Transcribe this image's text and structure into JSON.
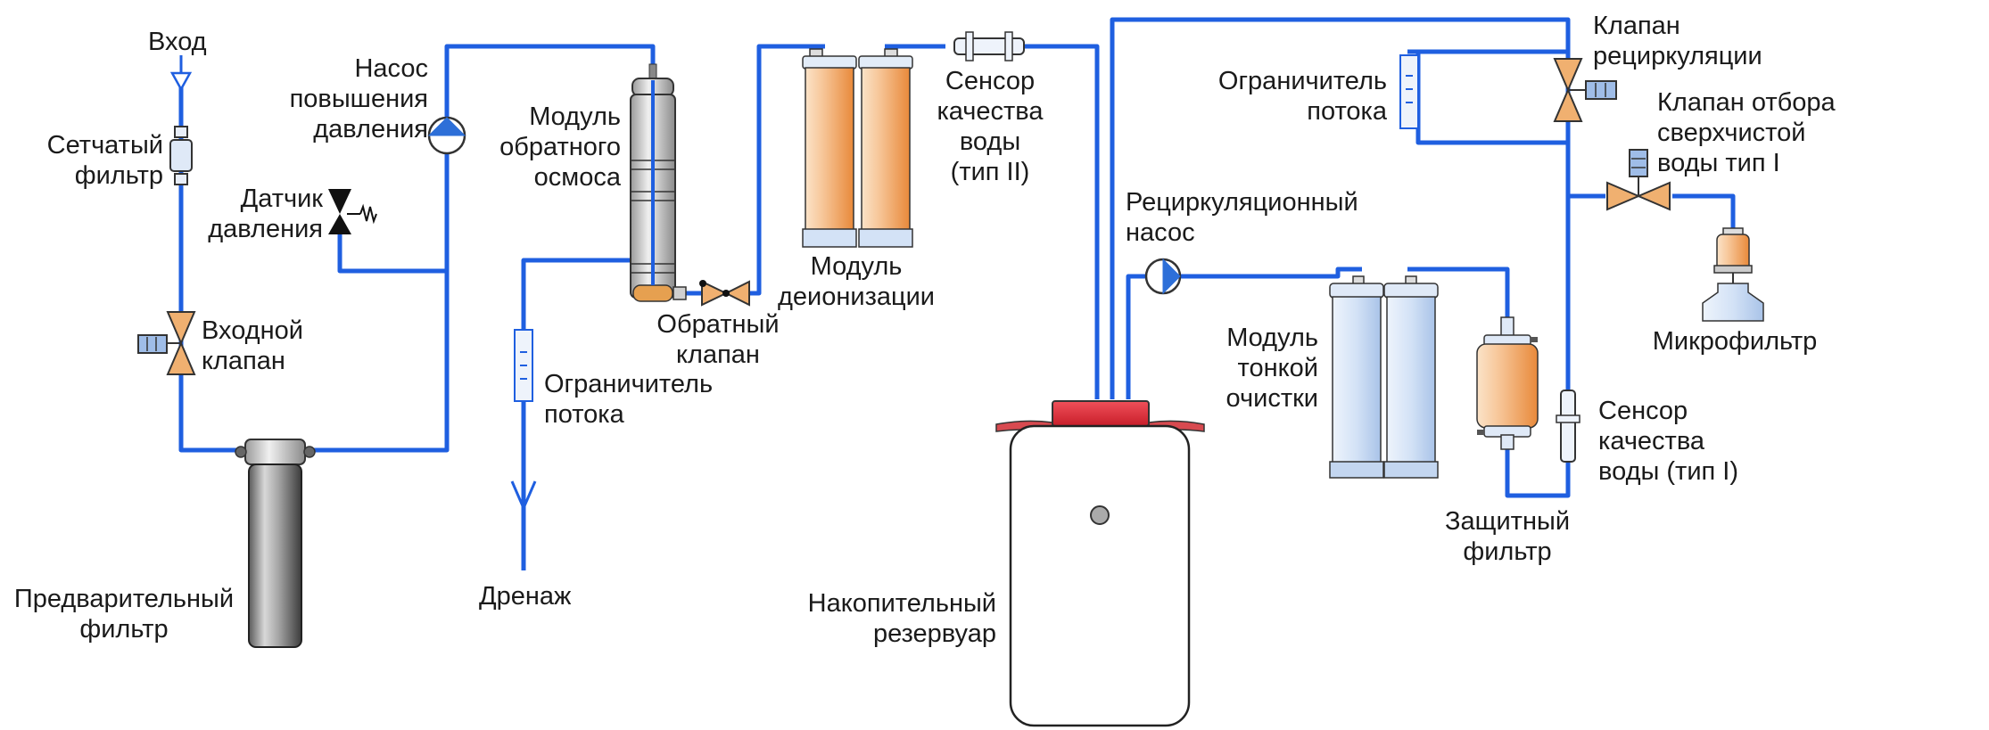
{
  "colors": {
    "pipe": "#1f5fe0",
    "pump": "#2d6fd8",
    "valve_orange": "#f0b070",
    "solenoid": "#9fbde8",
    "tank_red": "#e0303a",
    "filter_orange": "#f2a45c",
    "filter_blue": "#c7d9f2",
    "prefilter_gray": "#8f8f8f"
  },
  "labels": {
    "inlet": [
      "Вход"
    ],
    "mesh_filter": [
      "Сетчатый",
      "фильтр"
    ],
    "booster_pump": [
      "Насос",
      "повышения",
      "давления"
    ],
    "pressure_sensor": [
      "Датчик",
      "давления"
    ],
    "inlet_valve": [
      "Входной",
      "клапан"
    ],
    "prefilter": [
      "Предварительный",
      "фильтр"
    ],
    "ro_module": [
      "Модуль",
      "обратного",
      "осмоса"
    ],
    "check_valve": [
      "Обратный",
      "клапан"
    ],
    "flow_limiter_drain": [
      "Ограничитель",
      "потока"
    ],
    "drain": [
      "Дренаж"
    ],
    "deion_module": [
      "Модуль",
      "деионизации"
    ],
    "quality_sensor_2": [
      "Сенсор",
      "качества",
      "воды",
      "(тип II)"
    ],
    "recirc_pump": [
      "Рециркуляционный",
      "насос"
    ],
    "storage_tank": [
      "Накопительный",
      "резервуар"
    ],
    "flow_limiter_top": [
      "Ограничитель",
      "потока"
    ],
    "recirc_valve": [
      "Клапан",
      "рециркуляции"
    ],
    "dispense_valve": [
      "Клапан отбора",
      "сверхчистой",
      "воды тип I"
    ],
    "microfilter": [
      "Микрофильтр"
    ],
    "polishing_module": [
      "Модуль",
      "тонкой",
      "очистки"
    ],
    "protective_filter": [
      "Защитный",
      "фильтр"
    ],
    "quality_sensor_1": [
      "Сенсор",
      "качества",
      "воды (тип I)"
    ]
  }
}
